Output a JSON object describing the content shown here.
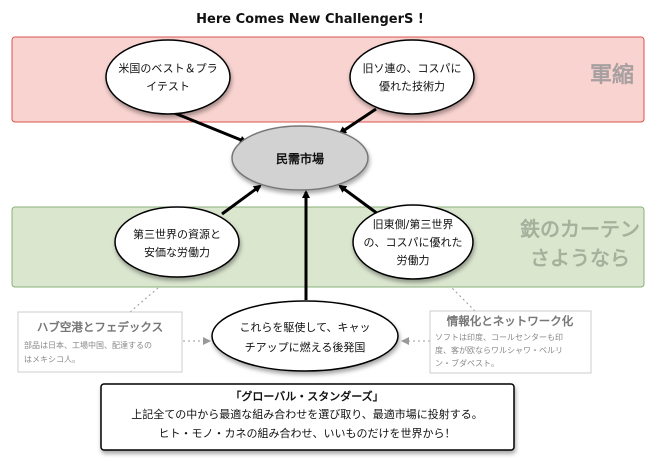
{
  "title": "Here Comes New ChallengerS !",
  "bands": {
    "disarmament": {
      "label": "軍縮",
      "color": "#f9d3d0"
    },
    "iron_curtain": {
      "label_lines": [
        "鉄のカーテン",
        "さようなら"
      ],
      "color": "#dbe6cf"
    }
  },
  "nodes": {
    "us": {
      "lines": [
        "米国のベスト＆プラ",
        "イテスト"
      ]
    },
    "soviet": {
      "lines": [
        "旧ソ連の、コスパに",
        "優れた技術力"
      ]
    },
    "market": {
      "lines": [
        "民需市場"
      ]
    },
    "third_world": {
      "lines": [
        "第三世界の資源と",
        "安価な労働力"
      ]
    },
    "east": {
      "lines": [
        "旧東側/第三世界",
        "の、コスパに優れた",
        "労働力"
      ]
    },
    "latecomers": {
      "lines": [
        "これらを駆使して、キャッ",
        "チアップに燃える後発国"
      ]
    }
  },
  "notes": {
    "hub": {
      "title": "ハブ空港とフェデックス",
      "lines": [
        "部品は日本、工場中国、配達するの",
        "はメキシコ人。"
      ]
    },
    "info": {
      "title": "情報化とネットワーク化",
      "lines": [
        "ソフトは印度、コールセンターも印",
        "度、客が欧ならワルシャワ・ベルリ",
        "ン・ブダペスト。"
      ]
    }
  },
  "summary": {
    "title": "「グローバル・スタンダーズ」",
    "lines": [
      "上記全ての中から最適な組み合わせを選び取り、最適市場に投射する。",
      "ヒト・モノ・カネの組み合わせ、いいものだけを世界から！"
    ]
  }
}
